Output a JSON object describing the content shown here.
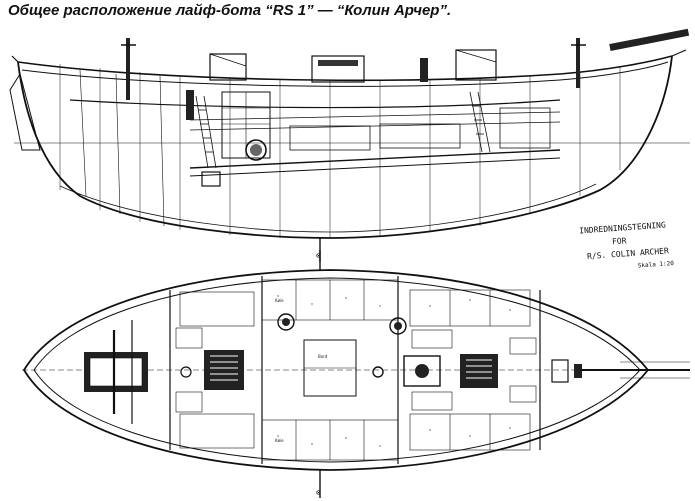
{
  "title": "Общее расположение лайф-бота “RS 1” — “Колин Арчер”.",
  "stamp": {
    "line1": "INDREDNINGSTEGNING",
    "line2": "FOR",
    "line3": "R/S. COLIN ARCHER",
    "scale": "Skala 1:20"
  },
  "plan_labels": {
    "bunk_left": "Køie",
    "table": "Bord",
    "bunk_right": "Køie"
  }
}
